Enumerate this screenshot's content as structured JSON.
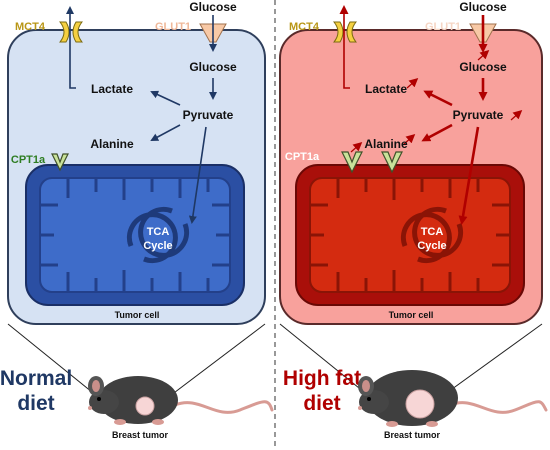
{
  "left": {
    "diet_line1": "Normal",
    "diet_line2": "diet",
    "glucose_out": "Glucose",
    "glucose_in": "Glucose",
    "pyruvate": "Pyruvate",
    "lactate": "Lactate",
    "alanine": "Alanine",
    "mct4": "MCT4",
    "glut1": "GLUT1",
    "cpt1a": "CPT1a",
    "tca_line1": "TCA",
    "tca_line2": "Cycle",
    "tumor_cell": "Tumor cell",
    "breast_tumor": "Breast tumor"
  },
  "right": {
    "diet_line1": "High fat",
    "diet_line2": "diet",
    "glucose_out": "Glucose",
    "glucose_in": "Glucose",
    "pyruvate": "Pyruvate",
    "lactate": "Lactate",
    "alanine": "Alanine",
    "mct4": "MCT4",
    "glut1": "GLUT1",
    "cpt1a": "CPT1a",
    "tca_line1": "TCA",
    "tca_line2": "Cycle",
    "tumor_cell": "Tumor cell",
    "breast_tumor": "Breast tumor"
  },
  "colors": {
    "normal_cell_fill": "#d6e2f3",
    "normal_mito_outer": "#2b4fa3",
    "normal_mito_inner": "#3e6cc9",
    "normal_arrow": "#1f3864",
    "normal_diet_text": "#1f3864",
    "hfd_cell_fill": "#f8a19c",
    "hfd_mito_outer": "#a90f0a",
    "hfd_mito_inner": "#d42b10",
    "hfd_arrow": "#b00000",
    "hfd_diet_text": "#b00000",
    "mct4_yellow": "#f5d041",
    "glut1_peach": "#f8c9a6",
    "cpt1a_green": "#c9e29a",
    "divider": "#555555"
  }
}
